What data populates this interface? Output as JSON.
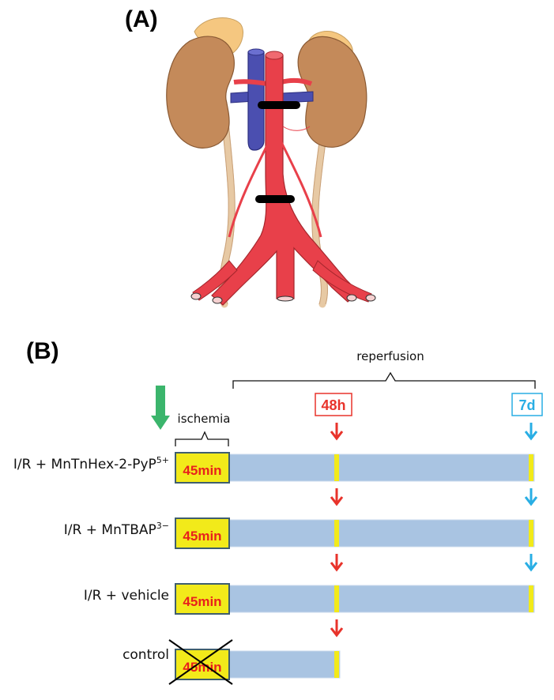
{
  "panel_a": {
    "label": "(A)"
  },
  "panel_b": {
    "label": "(B)",
    "reperfusion_label": "reperfusion",
    "ischemia_label": "ischemia",
    "marker_48h": "48h",
    "marker_7d": "7d",
    "groups": [
      {
        "name_base": "I/R + MnTnHex-2-PyP",
        "name_sup": "5+",
        "box_text": "45min",
        "crossed": false,
        "reperfusion": "7d"
      },
      {
        "name_base": "I/R + MnTBAP",
        "name_sup": "3−",
        "box_text": "45min",
        "crossed": false,
        "reperfusion": "7d"
      },
      {
        "name_base": "I/R + vehicle",
        "name_sup": "",
        "box_text": "45min",
        "crossed": false,
        "reperfusion": "7d"
      },
      {
        "name_base": "control",
        "name_sup": "",
        "box_text": "45min",
        "crossed": true,
        "reperfusion": "48h"
      }
    ],
    "colors": {
      "ischemia_box": "#f2ea1a",
      "bar": "#a9c4e2",
      "marker_48h": "#e8332b",
      "marker_7d": "#29aee4",
      "start_arrow": "#3bb56c",
      "box_text": "#e8211c"
    }
  }
}
